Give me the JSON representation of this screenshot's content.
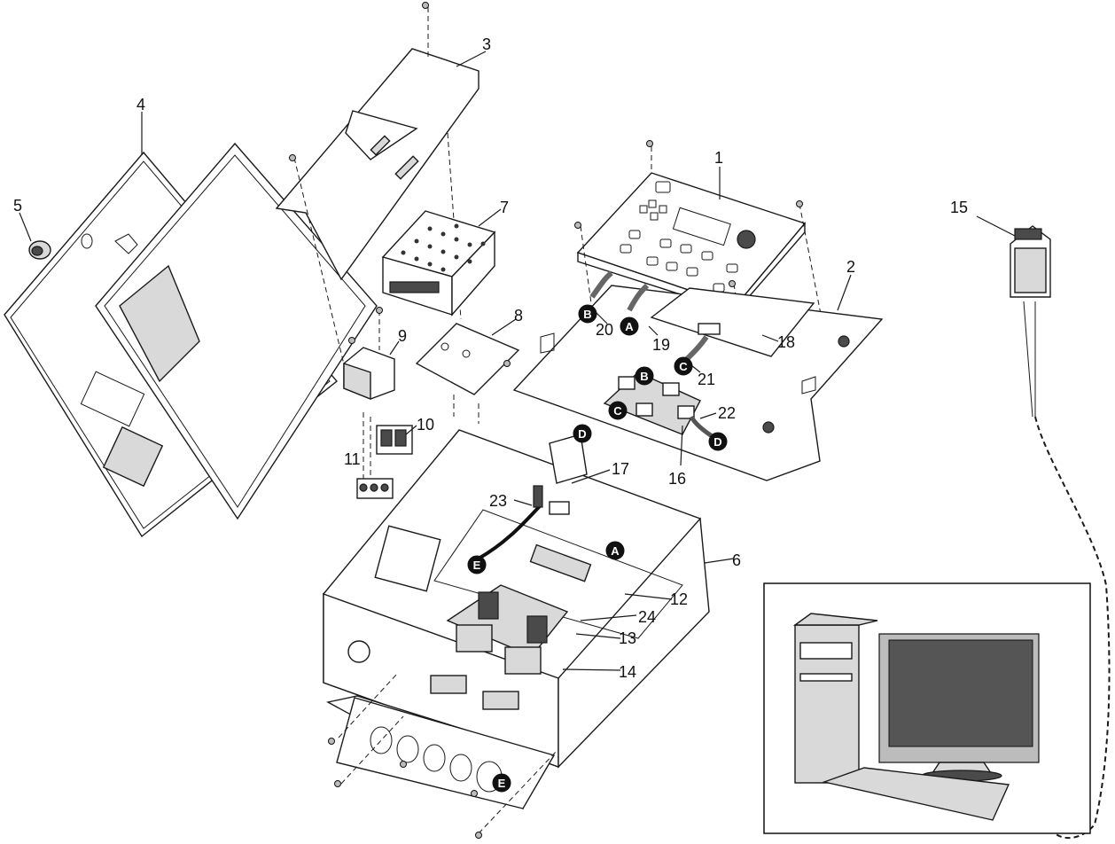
{
  "callouts": {
    "c1": "1",
    "c2": "2",
    "c3": "3",
    "c4": "4",
    "c5": "5",
    "c6": "6",
    "c7": "7",
    "c8": "8",
    "c9": "9",
    "c10": "10",
    "c11": "11",
    "c12": "12",
    "c13": "13",
    "c14": "14",
    "c15": "15",
    "c16": "16",
    "c17": "17",
    "c18": "18",
    "c19": "19",
    "c20": "20",
    "c21": "21",
    "c22": "22",
    "c23": "23",
    "c24": "24"
  },
  "connectors": {
    "b1": "B",
    "a1": "A",
    "c1": "C",
    "b2": "B",
    "c2": "C",
    "d1": "D",
    "d2": "D",
    "a2": "A",
    "e1": "E",
    "e2": "E"
  }
}
